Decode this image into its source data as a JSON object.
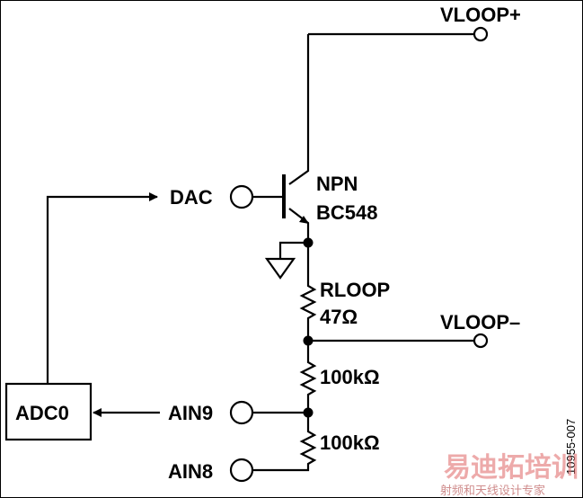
{
  "labels": {
    "vloop_plus": "VLOOP+",
    "vloop_minus": "VLOOP–",
    "dac": "DAC",
    "npn": "NPN",
    "bc548": "BC548",
    "rloop": "RLOOP",
    "r47": "47Ω",
    "r100k_a": "100kΩ",
    "r100k_b": "100kΩ",
    "adc0": "ADC0",
    "ain9": "AIN9",
    "ain8": "AIN8"
  },
  "figure_id": "10955-007",
  "watermark": {
    "main": "易迪拓培训",
    "sub": "射频和天线设计专家"
  }
}
